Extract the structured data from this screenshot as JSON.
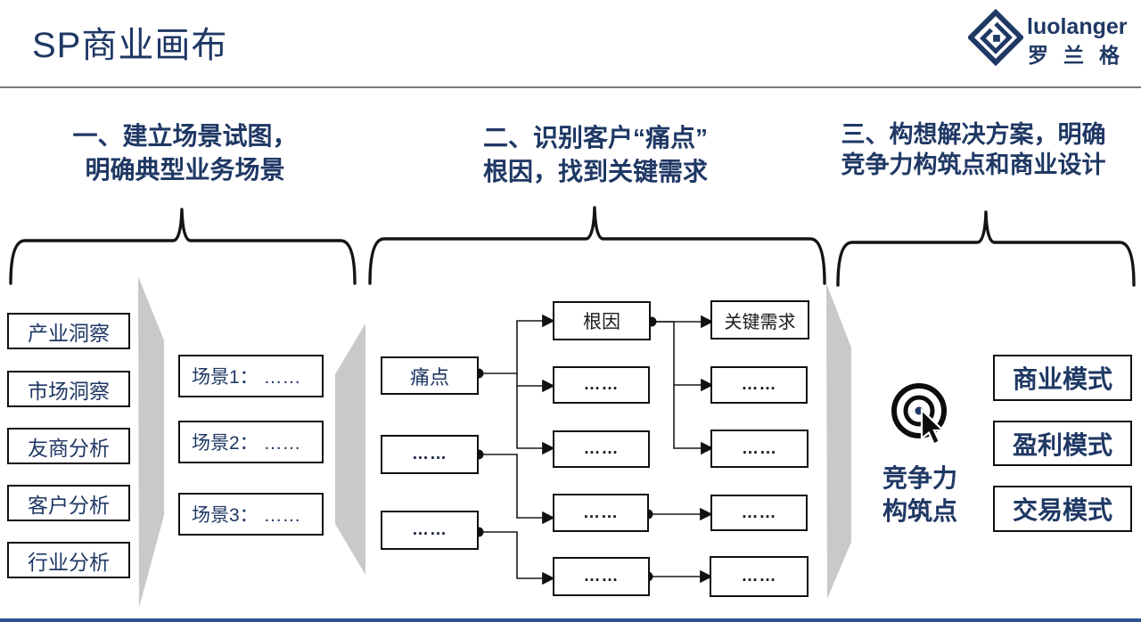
{
  "title": "SP商业画布",
  "logo": {
    "name_en": "luolanger",
    "name_cn": "罗兰格"
  },
  "steps": [
    {
      "line1": "一、建立场景试图，",
      "line2": "明确典型业务场景"
    },
    {
      "line1": "二、识别客户“痛点”",
      "line2": "根因，找到关键需求"
    },
    {
      "line1": "三、构想解决方案，明确",
      "line2": "竞争力构筑点和商业设计"
    }
  ],
  "analysis_items": [
    "产业洞察",
    "市场洞察",
    "友商分析",
    "客户分析",
    "行业分析"
  ],
  "scenes": [
    "场景1： ……",
    "场景2： ……",
    "场景3： ……"
  ],
  "flow": {
    "pain_label": "痛点",
    "root_label": "根因",
    "need_label": "关键需求",
    "ellipsis": "……"
  },
  "competitive": {
    "line1": "竞争力",
    "line2": "构筑点"
  },
  "models": [
    "商业模式",
    "盈利模式",
    "交易模式"
  ],
  "icons": {
    "target": "target-bullseye-icon",
    "cursor": "mouse-cursor-icon",
    "logo_mark": "diamond-logo-icon"
  },
  "colors": {
    "navy": "#1F3864",
    "panel_gray": "#C9C9C9",
    "bottom_bar_blue": "#2E5395",
    "line_black": "#141414"
  }
}
